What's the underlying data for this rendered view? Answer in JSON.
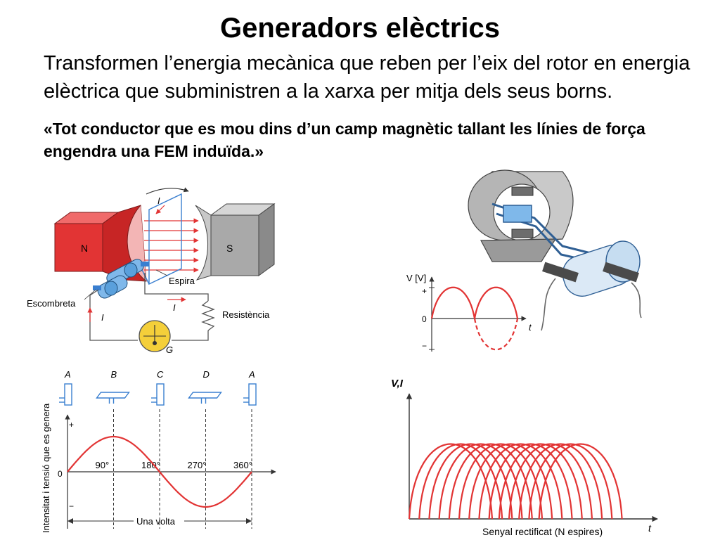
{
  "slide": {
    "title": "Generadors elèctrics",
    "intro": "Transformen l’energia mecànica que reben per l’eix del rotor en energia elèctrica que subministren a la xarxa per mitja dels seus borns.",
    "quote": "«Tot conductor que es mou dins d’un camp magnètic tallant les línies de força engendra una FEM induïda.»"
  },
  "generator_diagram": {
    "magnet_north": "N",
    "magnet_south": "S",
    "current_symbol": "I",
    "loop_label": "Espira",
    "brush_label": "Escombreta",
    "resistor_label": "Resistència",
    "galvanometer_label": "G",
    "colors": {
      "north": "#e23434",
      "south": "#a9a9a9",
      "field_lines": "#e23434",
      "loop": "#3a7fd0"
    }
  },
  "alternator_sketch": {
    "icons": [
      "alternator-housing-icon",
      "rotor-coil-icon",
      "slip-ring-icon"
    ]
  },
  "chart_data": [
    {
      "type": "line",
      "ylabel": "V [V]",
      "xlabel": "t",
      "y_ticks": [
        "+",
        "0",
        "−"
      ],
      "ylim": [
        -1,
        1
      ],
      "series": [
        {
          "style": "solid",
          "x": [
            0,
            0.25,
            0.5,
            0.75,
            1.0
          ],
          "y": [
            0,
            1,
            0,
            1,
            0
          ]
        },
        {
          "style": "dashed",
          "x": [
            0.5,
            0.75,
            1.0
          ],
          "y": [
            0,
            -1,
            0
          ]
        }
      ]
    },
    {
      "type": "line",
      "ylabel": "Intensitat i tensió que es genera",
      "position_labels": [
        "A",
        "B",
        "C",
        "D",
        "A"
      ],
      "x_ticks": [
        "90°",
        "180°",
        "270°",
        "360°"
      ],
      "y_ticks": [
        "+",
        "0",
        "−"
      ],
      "span_label": "Una volta",
      "xlim": [
        0,
        360
      ],
      "ylim": [
        -1,
        1
      ],
      "series": [
        {
          "x": [
            0,
            45,
            90,
            135,
            180,
            225,
            270,
            315,
            360
          ],
          "y": [
            0,
            0.71,
            1,
            0.71,
            0,
            -0.71,
            -1,
            -0.71,
            0
          ]
        }
      ]
    },
    {
      "type": "line",
      "ylabel": "V,I",
      "xlabel": "t",
      "caption": "Senyal rectificat (N espires)",
      "arch_count": 14,
      "ylim": [
        0,
        1
      ]
    }
  ]
}
